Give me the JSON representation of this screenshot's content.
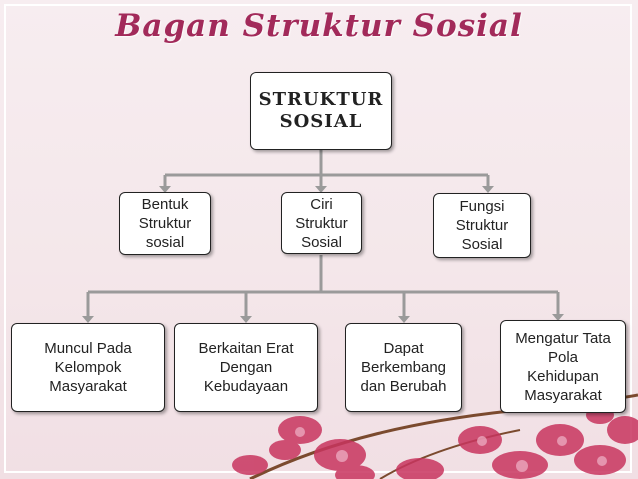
{
  "title": "Bagan Struktur Sosial",
  "root": "STRUKTUR\nSOSIAL",
  "level1": [
    "Bentuk\nStruktur\nsosial",
    "Ciri\nStruktur\nSosial",
    "Fungsi\nStruktur\nSosial"
  ],
  "level2": [
    "Muncul Pada\nKelompok\nMasyarakat",
    "Berkaitan Erat\nDengan\nKebudayaan",
    "Dapat\nBerkembang\ndan Berubah",
    "Mengatur Tata\nPola\nKehidupan\nMasyarakat"
  ],
  "colors": {
    "title": "#a22a5a",
    "connector": "#9a9a9a",
    "orchid": "#c8355f"
  }
}
